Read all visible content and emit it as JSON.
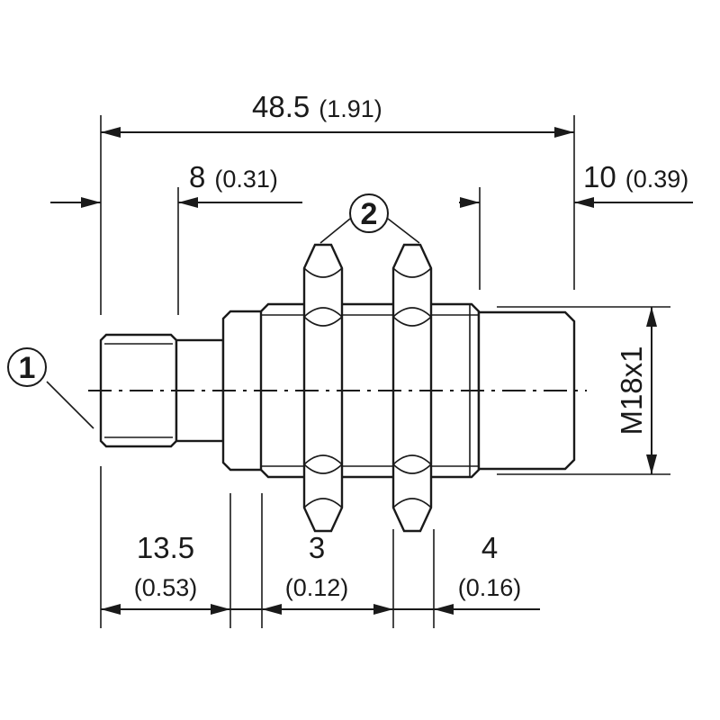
{
  "dimensions": {
    "overall_length": {
      "value": "48.5",
      "inch": "(1.91)"
    },
    "thread_length": {
      "value": "8",
      "inch": "(0.31)"
    },
    "front_length": {
      "value": "10",
      "inch": "(0.39)"
    },
    "connector_length": {
      "value": "13.5",
      "inch": "(0.53)"
    },
    "nut_width": {
      "value": "3",
      "inch": "(0.12)"
    },
    "nut_to_front": {
      "value": "4",
      "inch": "(0.16)"
    },
    "thread_size": "M18x1"
  },
  "callouts": {
    "connector": "1",
    "nuts": "2"
  }
}
